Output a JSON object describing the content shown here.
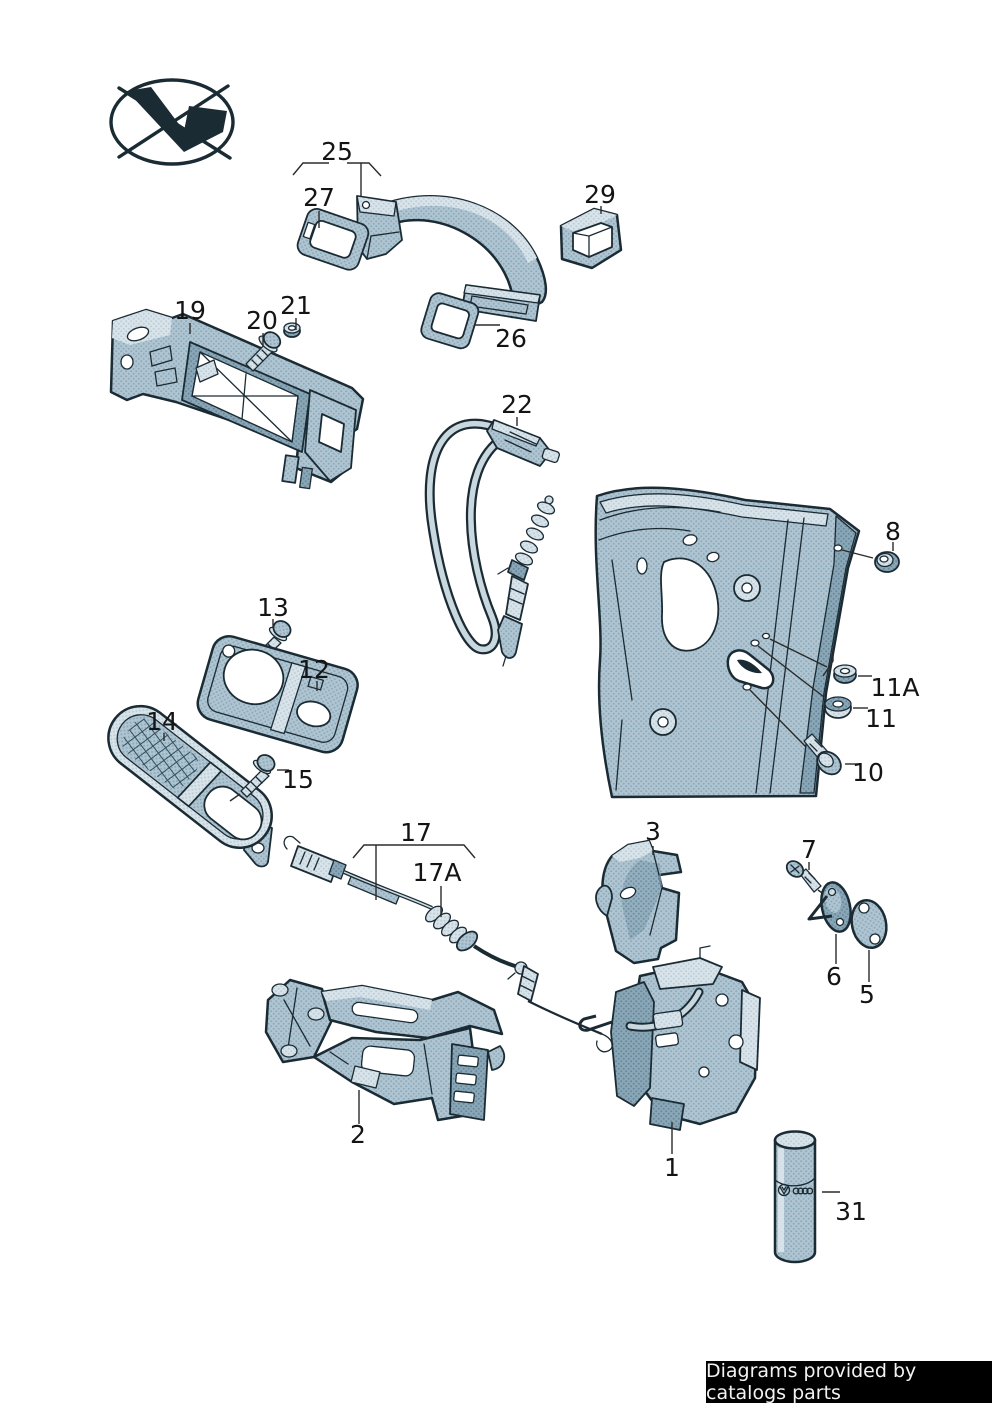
{
  "page": {
    "background": "#ffffff",
    "footer": {
      "text": "Diagrams provided by catalogs parts",
      "background": "#000000",
      "color": "#f2f2f2"
    }
  },
  "palette": {
    "outline": "#1b2b34",
    "body": "#b0c5d1",
    "body_dark": "#8aa7b7",
    "body_light": "#d9e4ea",
    "label": "#141414"
  },
  "icons": {
    "logo": "crossed-out-brand-logo"
  },
  "part_labels": {
    "1": "1",
    "2": "2",
    "3": "3",
    "5": "5",
    "6": "6",
    "7": "7",
    "8": "8",
    "10": "10",
    "11": "11",
    "11A": "11A",
    "12": "12",
    "13": "13",
    "14": "14",
    "15": "15",
    "17": "17",
    "17A": "17A",
    "19": "19",
    "20": "20",
    "21": "21",
    "22": "22",
    "25": "25",
    "26": "26",
    "27": "27",
    "29": "29",
    "31": "31"
  }
}
